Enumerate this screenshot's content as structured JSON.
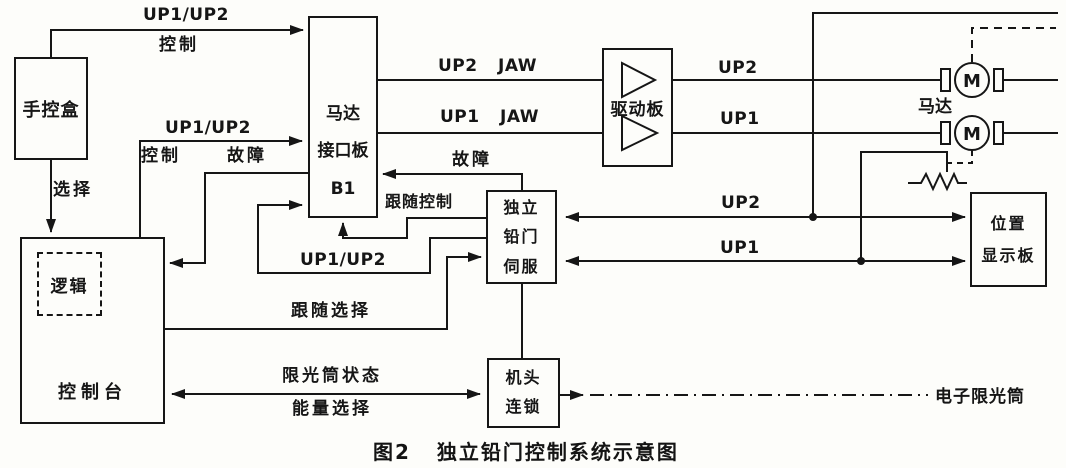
{
  "figure": {
    "caption_number": "图2",
    "caption_title": "独立铅门控制系统示意图"
  },
  "boxes": {
    "hand_control": {
      "label": "手控盒"
    },
    "motor_interface": {
      "label": "马达\n接口板\nB1"
    },
    "driver_board": {
      "label": "驱动板"
    },
    "servo": {
      "label": "独立\n铅门\n伺服"
    },
    "head_interlock": {
      "label": "机头\n连锁"
    },
    "position_display": {
      "label": "位置\n显示板"
    },
    "console": {
      "label": "控制台"
    },
    "logic": {
      "label": "逻辑"
    }
  },
  "motors": {
    "label": "马达",
    "symbol": "M"
  },
  "wire_labels": {
    "up12_top": "UP1/UP2",
    "ctrl_top": "控制",
    "up12_mid": "UP1/UP2",
    "ctrl_mid": "控制",
    "fault_console": "故障",
    "select": "选择",
    "up2_jaw": "UP2 JAW",
    "up1_jaw": "UP1 JAW",
    "up2_drive": "UP2",
    "up1_drive": "UP1",
    "fault_servo": "故障",
    "follow_control": "跟随控制",
    "up12_servo": "UP1/UP2",
    "follow_select": "跟随选择",
    "up2_feedback": "UP2",
    "up1_feedback": "UP1",
    "limiter_status": "限光筒状态",
    "energy_select": "能量选择",
    "electronic_limiter": "电子限光筒"
  },
  "colors": {
    "ink": "#161616",
    "background": "#fdfdfa"
  }
}
